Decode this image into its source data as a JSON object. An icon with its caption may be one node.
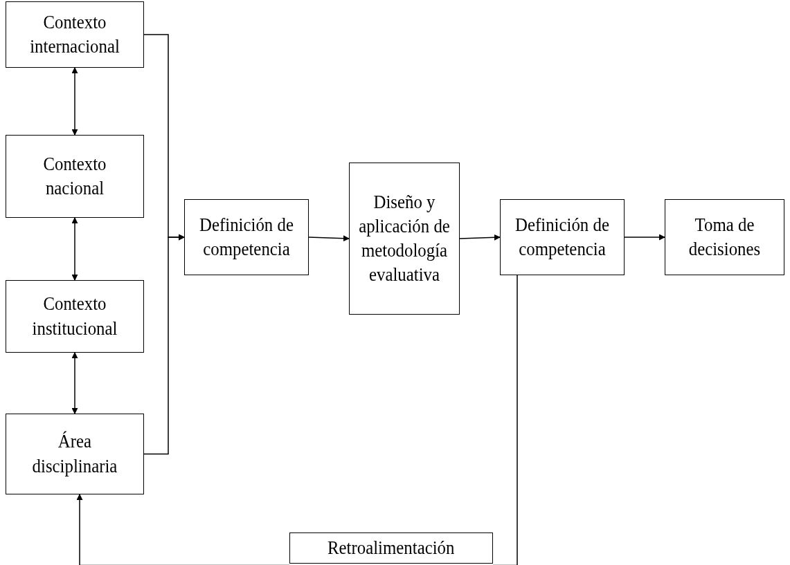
{
  "diagram": {
    "nodes": [
      {
        "text": [
          "Contexto internacional"
        ]
      },
      {
        "text": [
          "Contexto nacional"
        ]
      },
      {
        "text": [
          "Contexto institucional"
        ]
      },
      {
        "text": [
          "Área disciplinaria"
        ]
      },
      {
        "text": [
          "Definición de competencia"
        ]
      },
      {
        "text": [
          "Diseño y aplicación de metodología evaluativa"
        ]
      },
      {
        "text": [
          "Definición de competencia"
        ]
      },
      {
        "text": [
          "Toma de decisiones"
        ]
      },
      {
        "text": [
          "Retroalimentación"
        ]
      }
    ],
    "edges": [
      {
        "from": 0,
        "to": 1,
        "arrow": "both"
      },
      {
        "from": 1,
        "to": 2,
        "arrow": "both"
      },
      {
        "from": 2,
        "to": 3,
        "arrow": "both"
      },
      {
        "from": 0,
        "to": 4,
        "arrow": "to"
      },
      {
        "from": 3,
        "to": 4,
        "arrow": "to"
      },
      {
        "from": 4,
        "to": 5,
        "arrow": "to"
      },
      {
        "from": 5,
        "to": 6,
        "arrow": "to"
      },
      {
        "from": 6,
        "to": 7,
        "arrow": "to"
      },
      {
        "from": 6,
        "to": 8,
        "arrow": "none"
      },
      {
        "from": 8,
        "to": 3,
        "arrow": "to"
      }
    ]
  }
}
